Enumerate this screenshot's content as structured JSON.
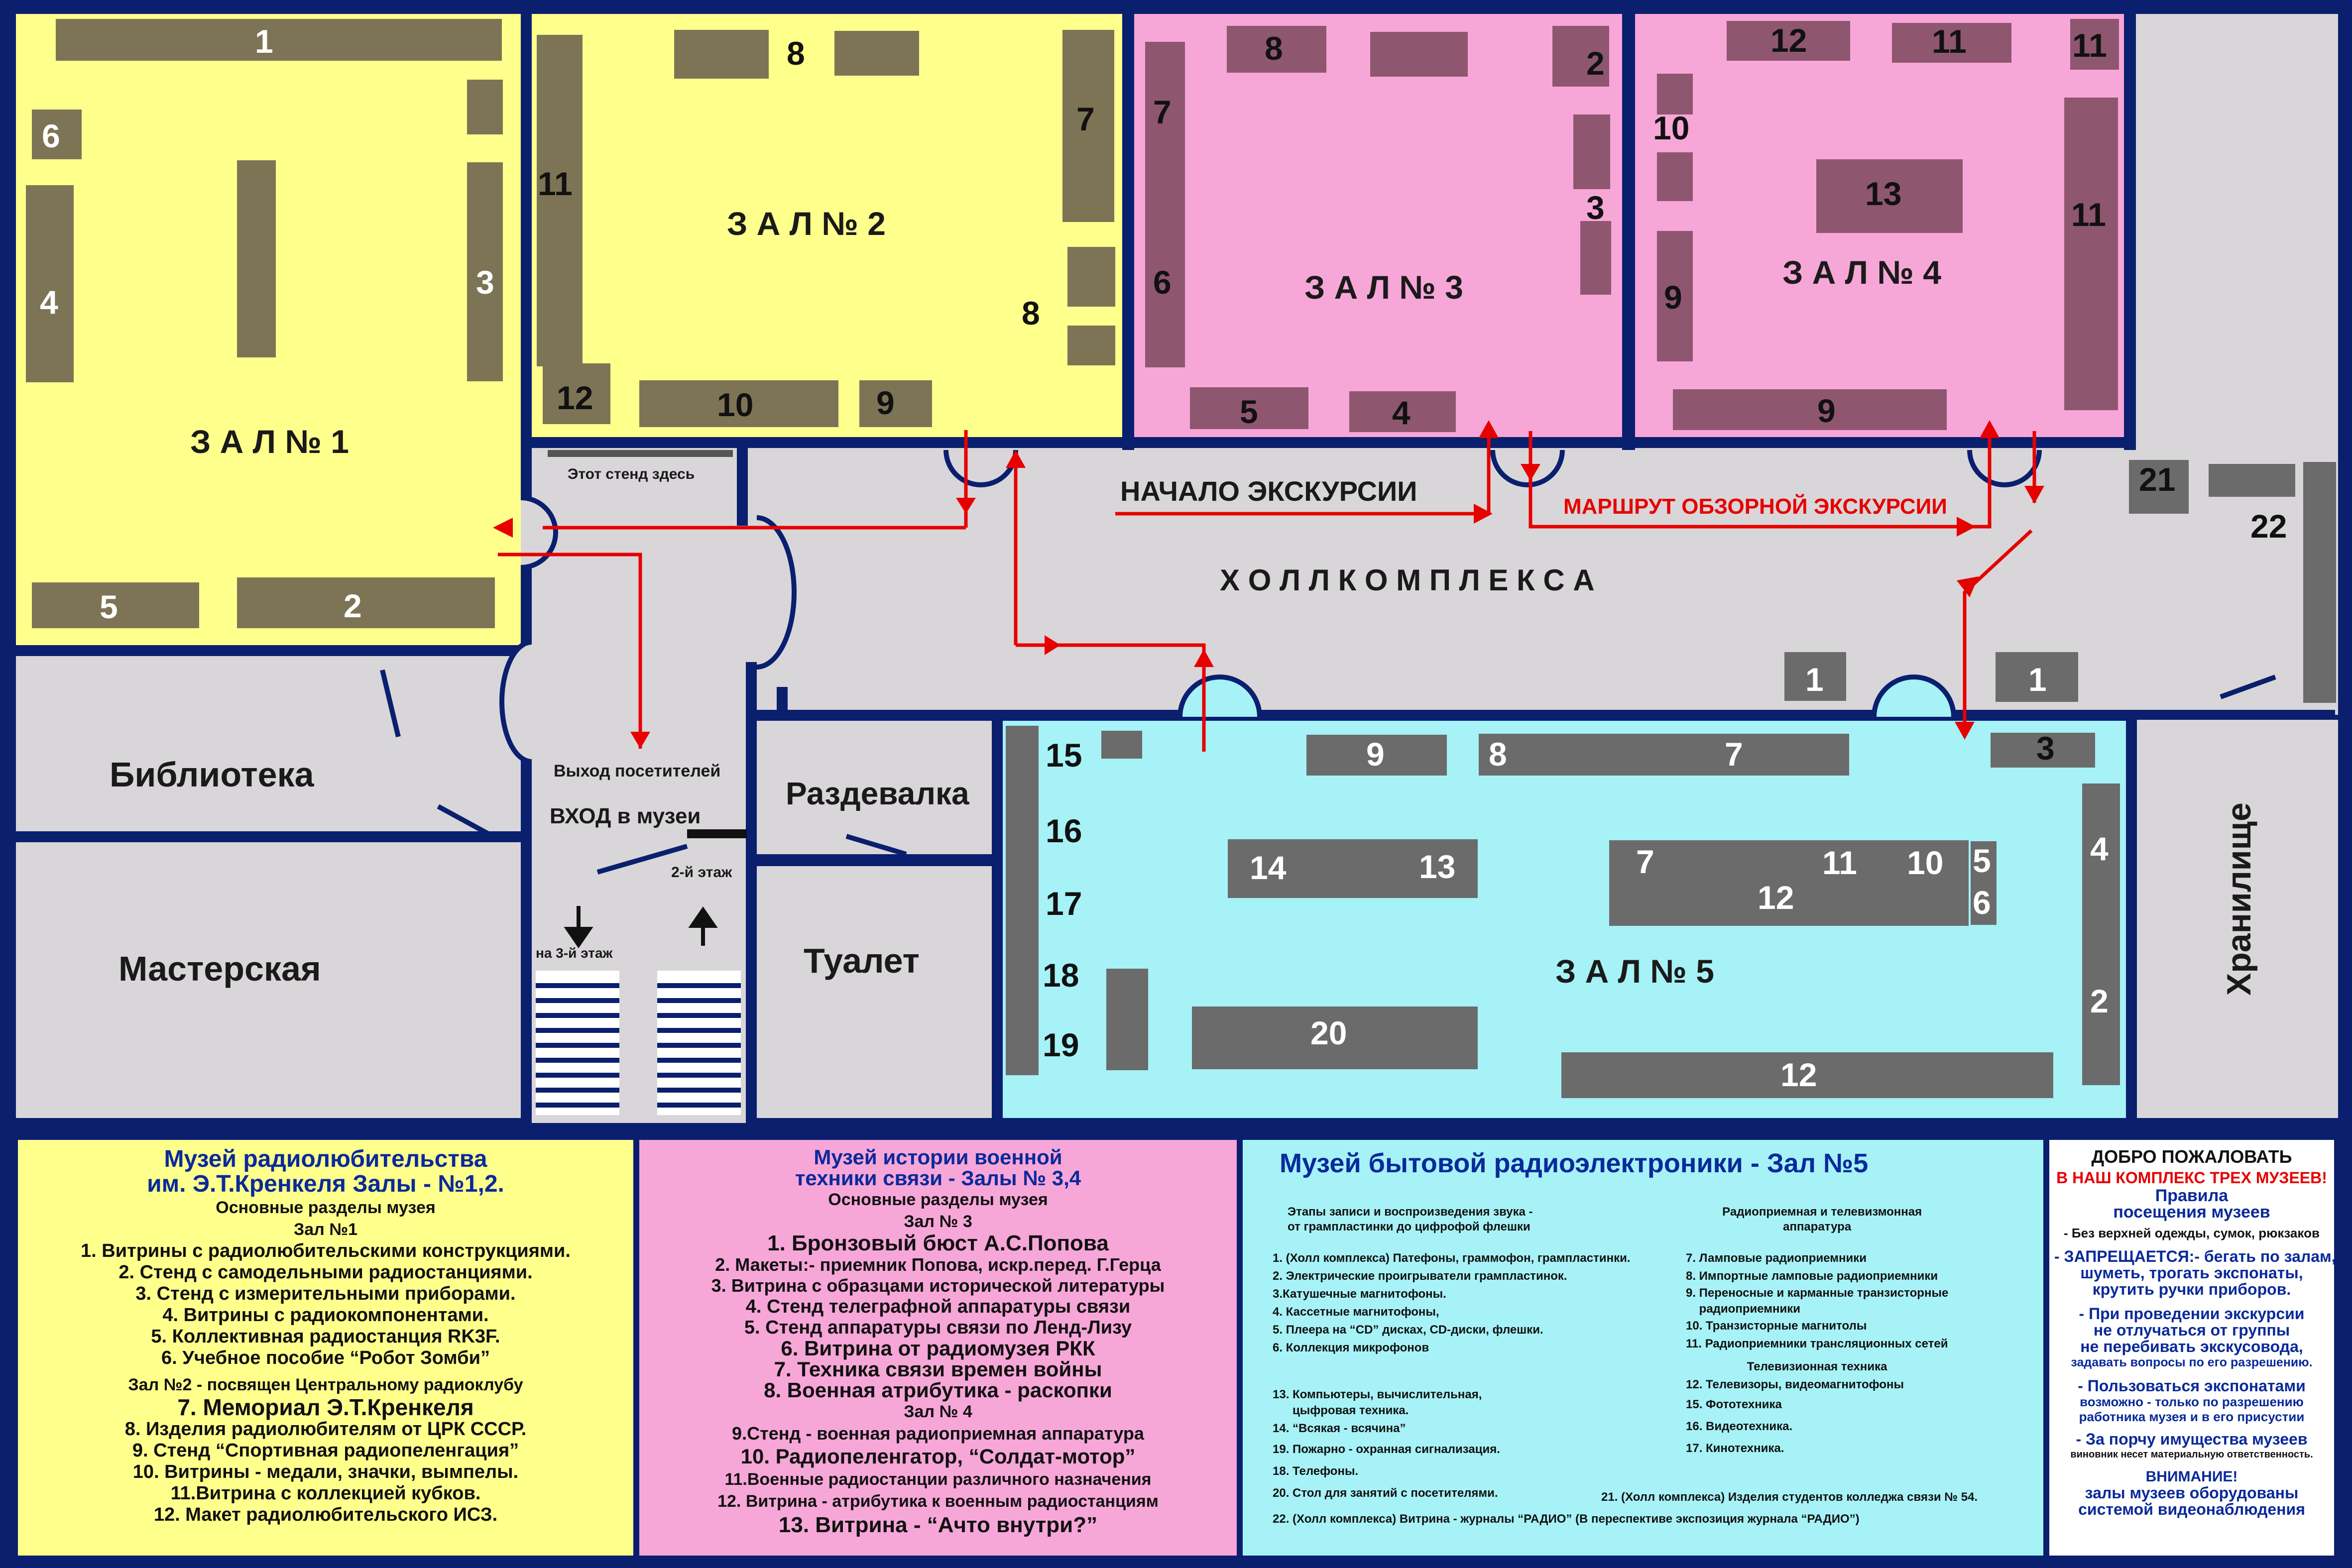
{
  "rooms": {
    "hall1": "З А Л № 1",
    "hall2": "З А Л № 2",
    "hall3": "З А Л № 3",
    "hall4": "З А Л № 4",
    "hall5": "З А Л  № 5",
    "holl": "Х О Л Л    К О М П Л Е К С А",
    "library": "Библиотека",
    "workshop": "Мастерская",
    "cloakroom": "Раздевалка",
    "toilet": "Туалет",
    "storage": "Хранилище"
  },
  "labels": {
    "stand_here": "Этот стенд здесь",
    "exit": "Выход посетителей",
    "entrance": "ВХОД в музеи",
    "floor2": "2-й этаж",
    "floor3": "на 3-й этаж",
    "start": "НАЧАЛО ЭКСКУРСИИ",
    "route": "МАРШРУТ ОБЗОРНОЙ ЭКСКУРСИИ"
  },
  "colors": {
    "background": "#0a1f6e",
    "hall_1_2": "#ffff8c",
    "hall_3_4": "#f7a6d8",
    "hall_5": "#a6f2f7",
    "corridor": "#d9d6d9",
    "exhibit": "#7d7456",
    "exhibit_gray": "#6b6b6b",
    "exhibit_pink": "#8f5670",
    "route": "#e60000"
  },
  "exhibits": {
    "h1": [
      "1",
      "6",
      "4",
      "3",
      "5",
      "2"
    ],
    "h2": [
      "8",
      "11",
      "7",
      "8",
      "12",
      "10",
      "9"
    ],
    "h3": [
      "8",
      "2",
      "7",
      "3",
      "6",
      "5",
      "4"
    ],
    "h4": [
      "12",
      "11",
      "11",
      "10",
      "13",
      "11",
      "9",
      "9"
    ],
    "holl": [
      "21",
      "22",
      "1",
      "1"
    ],
    "h5": [
      "15",
      "16",
      "17",
      "18",
      "19",
      "9",
      "8",
      "7",
      "3",
      "14",
      "13",
      "7",
      "11",
      "10",
      "5",
      "12",
      "6",
      "4",
      "2",
      "20",
      "12"
    ]
  },
  "panel1": {
    "title1": "Музей радиолюбительства",
    "title2": "им. Э.Т.Кренкеля Залы - №1,2.",
    "sections": "Основные разделы музея",
    "zal1": "Зал №1",
    "items1": [
      "1. Витрины с радиолюбительскими конструкциями.",
      "2. Стенд с самодельными радиостанциями.",
      "3. Стенд с измерительными приборами.",
      "4. Витрины с радиокомпонентами.",
      "5. Коллективная радиостанция RK3F.",
      "6. Учебное пособие “Робот Зомби”"
    ],
    "zal2": "Зал №2 - посвящен Центральному радиоклубу",
    "items2": [
      "7. Мемориал Э.Т.Кренкеля",
      "8. Изделия радиолюбителям от ЦРК СССР.",
      "9. Стенд “Спортивная радиопеленгация”",
      "10. Витрины - медали, значки, вымпелы.",
      "11.Витрина с коллекцией кубков.",
      "12. Макет радиолюбительского ИСЗ."
    ]
  },
  "panel2": {
    "title1": "Музей истории военной",
    "title2": "техники связи - Залы № 3,4",
    "sections": "Основные разделы музея",
    "zal3": "Зал № 3",
    "items3": [
      "1. Бронзовый бюст А.С.Попова",
      "2. Макеты:- приемник Попова, искр.перед. Г.Герца",
      "3. Витрина с образцами исторической литературы",
      "4. Стенд телеграфной аппаратуры связи",
      "5. Стенд аппаратуры связи по Ленд-Лизу",
      "6. Витрина от радиомузея РКК",
      "7. Техника связи времен войны",
      "8. Военная атрибутика - раскопки"
    ],
    "zal4": "Зал № 4",
    "items4": [
      "9.Стенд - военная радиоприемная аппаратура",
      "10. Радиопеленгатор, “Солдат-мотор”",
      "11.Военные радиостанции различного назначения",
      "12. Витрина - атрибутика к военным радиостанциям",
      "13. Витрина - “Ачто внутри?”"
    ]
  },
  "panel3": {
    "title": "Музей бытовой радиоэлектроники - Зал №5",
    "left_head": [
      "Этапы записи и воспроизведения звука -",
      "от грампластинки до цифрофой флешки"
    ],
    "left": [
      "1. (Холл комплекса) Патефоны, граммофон, грампластинки.",
      "2. Электрические проигрыватели грампластинок.",
      "3.Катушечные магнитофоны.",
      "4. Кассетные магнитофоны,",
      "5. Плеера на “CD” дисках, CD-диски, флешки.",
      "6. Коллекция микрофонов"
    ],
    "left2": [
      "13. Компьютеры, вычислительная,",
      "      цыфровая техника.",
      "14. “Всякая - всячина”",
      "19. Пожарно - охранная сигнализация.",
      "18. Телефоны.",
      "20. Стол для занятий с посетителями."
    ],
    "right_head": [
      "Радиоприемная и телевизмонная",
      "аппаратура"
    ],
    "right": [
      "7. Ламповые радиоприемники",
      "8. Импортные ламповые радиоприемники",
      "9. Переносные и карманные транзисторные",
      "    радиоприемники",
      "10. Транзисторные магнитолы",
      "11. Радиоприемники трансляционных сетей"
    ],
    "tv_head": "Телевизионная техника",
    "tv": [
      "12. Телевизоры, видеомагнитофоны",
      "",
      "15. Фототехника",
      "16. Видеотехника.",
      "17. Кинотехника."
    ],
    "item21": "21. (Холл комплекса) Изделия студентов колледжа связи № 54.",
    "item22": "22. (Холл комплекса) Витрина - журналы “РАДИО” (В переспективе экспозиция журнала “РАДИО”)"
  },
  "panel4": {
    "welcome": "ДОБРО ПОЖАЛОВАТЬ",
    "complex": "В НАШ КОМПЛЕКС ТРЕХ МУЗЕЕВ!",
    "rules1": "Правила",
    "rules2": "посещения музеев",
    "r1": "- Без верхней одежды, сумок, рюкзаков",
    "r2": [
      "- ЗАПРЕЩАЕТСЯ:- бегать по залам,",
      "шуметь, трогать экспонаты,",
      "крутить ручки приборов."
    ],
    "r3": [
      "- При проведении экскурсии",
      "не отлучаться от группы",
      "не перебивать экскусовода,",
      "задавать вопросы по его разрешению."
    ],
    "r4": [
      "- Пользоваться экспонатами",
      "возможно - только по разрешению",
      "работника музея и в его присустии"
    ],
    "r5": [
      "- За порчу  имущества музеев",
      "виновник несет материальную ответственность."
    ],
    "attention": "ВНИМАНИЕ!",
    "video": [
      "залы музеев оборудованы",
      "системой видеонаблюдения"
    ]
  }
}
